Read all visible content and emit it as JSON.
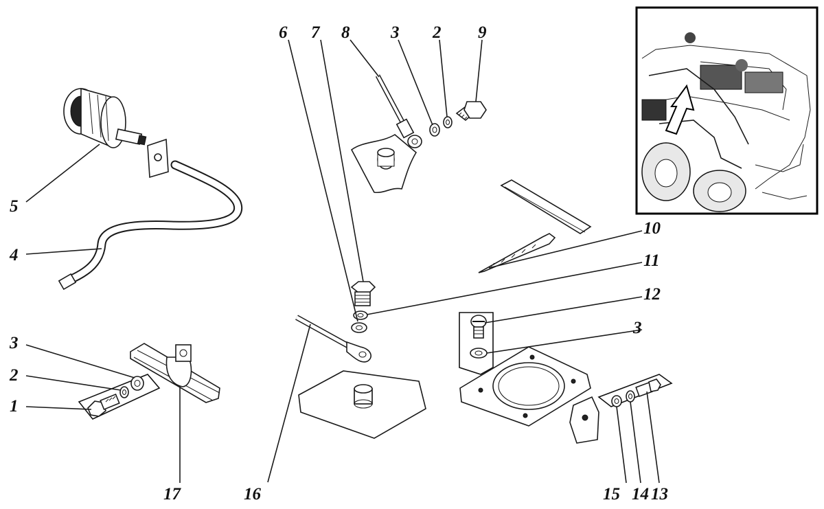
{
  "callouts": [
    "1",
    "2",
    "3",
    "4",
    "5",
    "6",
    "7",
    "8",
    "9",
    "10",
    "11",
    "12",
    "13",
    "14",
    "15",
    "16",
    "17"
  ],
  "callout_3_repeats": "3",
  "callout_2_repeats": "2"
}
